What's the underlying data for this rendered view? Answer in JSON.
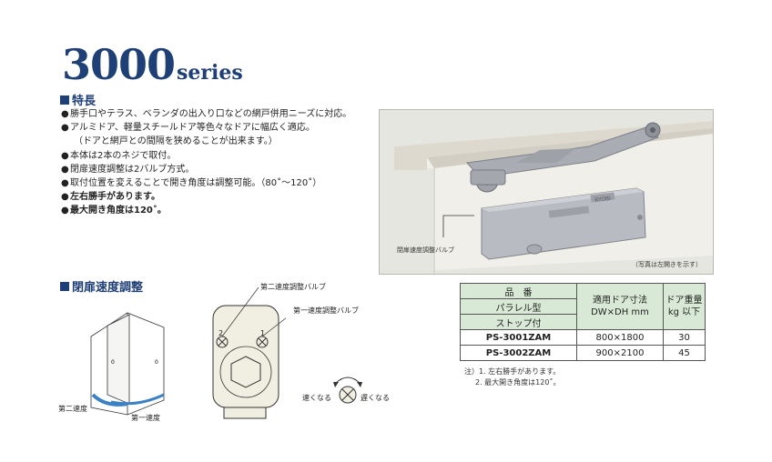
{
  "title": {
    "number": "3000",
    "suffix": "series"
  },
  "features": {
    "heading": "特長",
    "items": [
      {
        "bullet": "●",
        "text": "勝手口やテラス、ベランダの出入り口などの網戸併用ニーズに対応。"
      },
      {
        "bullet": "●",
        "text": "アルミドア、軽量スチールドア等色々なドアに幅広く適応。"
      },
      {
        "bullet": "",
        "text": "（ドアと網戸との間隔を狭めることが出来ます。）"
      },
      {
        "bullet": "●",
        "text": "本体は2本のネジで取付。"
      },
      {
        "bullet": "●",
        "text": "閉扉速度調整は2バルブ方式。"
      },
      {
        "bullet": "●",
        "text": "取付位置を変えることで開き角度は調整可能。（80˚～120˚）"
      },
      {
        "bullet": "●",
        "text": "左右勝手があります。"
      },
      {
        "bullet": "●",
        "text": "最大開き角度は120˚。"
      }
    ]
  },
  "photo": {
    "callout": "閉扉速度調整バルブ",
    "note": "（写真は左開きを示す）",
    "brand_mark": "RYOBI"
  },
  "speed_section": {
    "heading": "閉扉速度調整",
    "door_labels": {
      "second": "第二速度",
      "first": "第一速度"
    },
    "valve_labels": {
      "second": "第二速度調整バルブ",
      "first": "第一速度調整バルブ",
      "num2": "2",
      "num1": "1"
    },
    "dial_labels": {
      "fast": "速くなる",
      "slow": "遅くなる"
    }
  },
  "spec_table": {
    "header": {
      "col1": [
        "品　番",
        "パラレル型",
        "ストップ付"
      ],
      "col2": "適用ドア寸法\nDW×DH mm",
      "col3": "ドア重量\nkg 以下"
    },
    "rows": [
      {
        "model": "PS-3001ZAM",
        "size": "800×1800",
        "weight": "30"
      },
      {
        "model": "PS-3002ZAM",
        "size": "900×2100",
        "weight": "45"
      }
    ]
  },
  "notes": [
    "注）1. 左右勝手があります。",
    "2. 最大開き角度は120˚。"
  ],
  "colors": {
    "accent": "#1f3f77",
    "table_header": "#d8ead6",
    "body_metal": "#b8bcc2"
  }
}
